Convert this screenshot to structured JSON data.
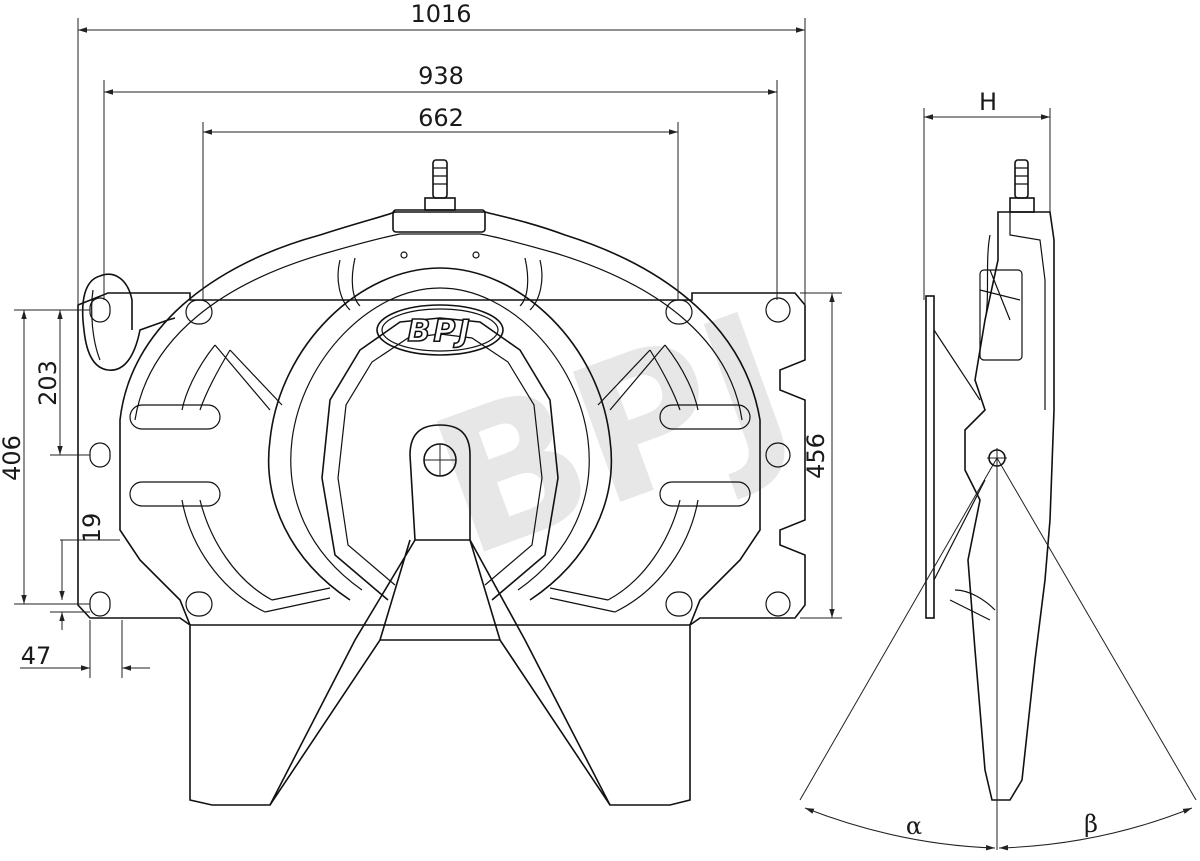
{
  "dimensions": {
    "width_overall": "1016",
    "width_mounting": "938",
    "width_inner": "662",
    "height_left": "406",
    "height_mid": "203",
    "offset_small": "19",
    "offset_edge": "47",
    "height_right": "456",
    "side_height": "H"
  },
  "angles": {
    "alpha": "α",
    "beta": "β"
  },
  "logo": {
    "text": "BPJ"
  },
  "watermark": {
    "text": "BPJ"
  }
}
